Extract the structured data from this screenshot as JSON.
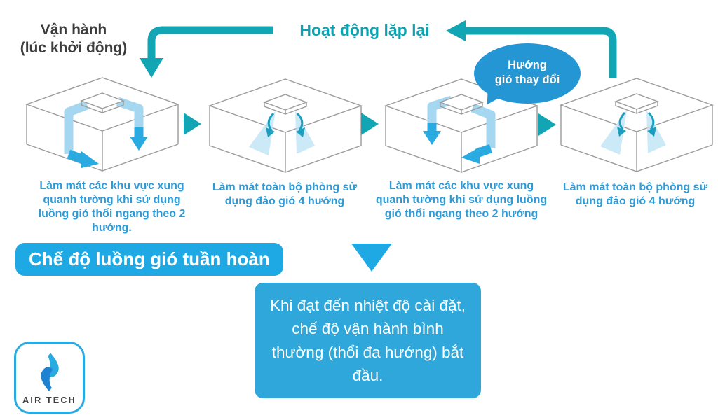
{
  "header": {
    "start_label_line1": "Vận hành",
    "start_label_line2": "(lúc khởi động)",
    "repeat_label": "Hoạt động lặp lại"
  },
  "bubble": {
    "line1": "Hướng",
    "line2": "gió thay đổi"
  },
  "steps": [
    {
      "caption": "Làm mát các khu vực xung quanh tường khi sử dụng luồng gió thổi ngang theo 2 hướng.",
      "flow_icon": "two-way-horizontal-airflow"
    },
    {
      "caption": "Làm mát toàn bộ phòng sử dụng đảo gió 4 hướng",
      "flow_icon": "four-way-cassette-airflow"
    },
    {
      "caption": "Làm mát các khu vực xung quanh tường khi sử dụng luồng gió thổi ngang theo 2 hướng",
      "flow_icon": "two-way-horizontal-airflow-rotated"
    },
    {
      "caption": "Làm mát toàn bộ phòng sử dụng đảo gió 4 hướng",
      "flow_icon": "four-way-cassette-airflow"
    }
  ],
  "banner": {
    "label": "Chế độ luồng gió tuần hoàn"
  },
  "info_box": {
    "text": "Khi đạt đến nhiệt độ cài đặt, chế độ vận hành bình thường (thổi đa hướng) bắt đầu."
  },
  "logo": {
    "text": "AIR TECH"
  },
  "colors": {
    "teal_arrow": "#12a5b3",
    "banner_blue": "#1fa9e4",
    "bubble_blue": "#2496d4",
    "info_blue": "#2fa7da",
    "caption_blue": "#2e9bd6",
    "flow_light_blue": "#a6d7f1",
    "flow_medium_blue": "#29abe2",
    "wireframe_gray": "#9b9b9b",
    "dark_text": "#3c3c3c"
  }
}
